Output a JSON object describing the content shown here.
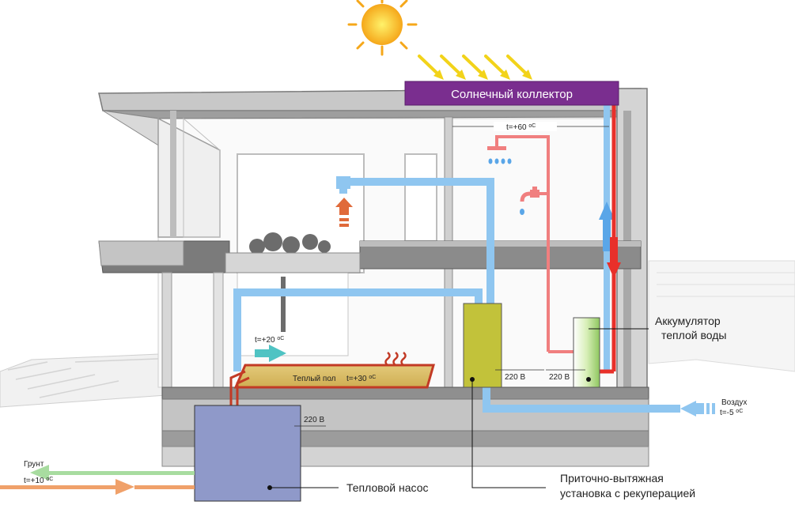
{
  "solar_collector": {
    "label": "Солнечный коллектор"
  },
  "temp_hot_water": "t=+60 ",
  "temp_room": "t=+20 ",
  "heated_floor": {
    "label": "Теплый пол",
    "temp": "t=+30 "
  },
  "voltage": "220 В",
  "accumulator": {
    "line1": "Аккумулятор",
    "line2": "теплой воды"
  },
  "outdoor_air": {
    "line1": "Воздух",
    "line2": "t=-5 "
  },
  "ground": {
    "line1": "Грунт",
    "line2": "t=+10 "
  },
  "degree_unit": "оС",
  "heat_pump": {
    "label": "Тепловой насос"
  },
  "ventilation_unit": {
    "line1": "Приточно-вытяжная",
    "line2": "установка с рекуперацией"
  },
  "colors": {
    "collector": "#7a2e8f",
    "hot_pipe": "#e8302a",
    "hot_water_pipe": "#f07f7f",
    "cold_pipe": "#8fc6f0",
    "heat_pump_box": "#8f99c9",
    "ventilation_box": "#c2c23a",
    "floor_heating": "#d9b95e",
    "ground_in": "#f0a16a",
    "ground_out": "#a8dca0",
    "sun": "#f7c21e",
    "structure": "#8c8c8c"
  }
}
